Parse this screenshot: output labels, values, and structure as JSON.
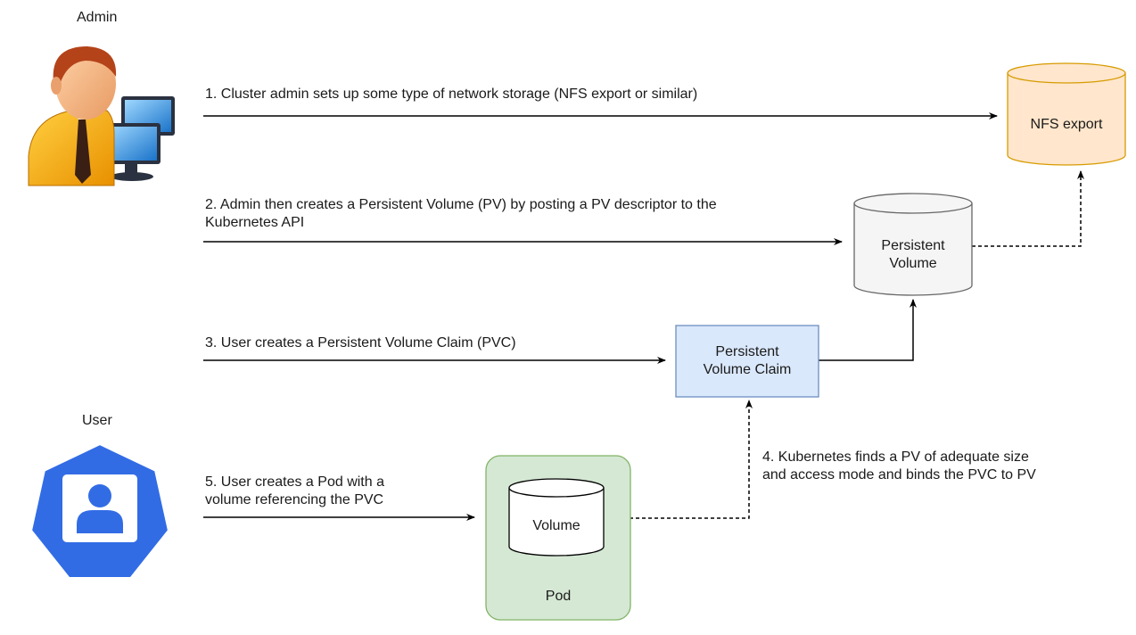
{
  "actors": {
    "admin": {
      "label": "Admin",
      "icon": "admin-person-computer-icon"
    },
    "user": {
      "label": "User",
      "icon": "kubernetes-user-icon"
    }
  },
  "steps": [
    {
      "id": 1,
      "lines": [
        "1. Cluster admin sets up some type of network storage (NFS export or similar)"
      ]
    },
    {
      "id": 2,
      "lines": [
        "2. Admin then creates a Persistent Volume (PV) by posting a PV descriptor to the",
        "Kubernetes API"
      ]
    },
    {
      "id": 3,
      "lines": [
        "3. User creates a Persistent Volume Claim (PVC)"
      ]
    },
    {
      "id": 4,
      "lines": [
        "4. Kubernetes finds a PV of adequate size",
        "and access mode and binds the PVC to PV"
      ]
    },
    {
      "id": 5,
      "lines": [
        "5. User creates a Pod with a",
        "volume referencing the PVC"
      ]
    }
  ],
  "nodes": {
    "nfs": {
      "lines": [
        "NFS export"
      ],
      "fill": "#ffe6cc",
      "stroke": "#d79b00"
    },
    "pv": {
      "lines": [
        "Persistent",
        "Volume"
      ],
      "fill": "#f5f5f5",
      "stroke": "#666666"
    },
    "pvc": {
      "lines": [
        "Persistent",
        "Volume Claim"
      ],
      "fill": "#dae8fc",
      "stroke": "#6c8ebf"
    },
    "pod": {
      "lines": [
        "Pod"
      ],
      "fill": "#d5e8d4",
      "stroke": "#82b366"
    },
    "volume": {
      "lines": [
        "Volume"
      ],
      "fill": "#ffffff",
      "stroke": "#000000"
    }
  }
}
